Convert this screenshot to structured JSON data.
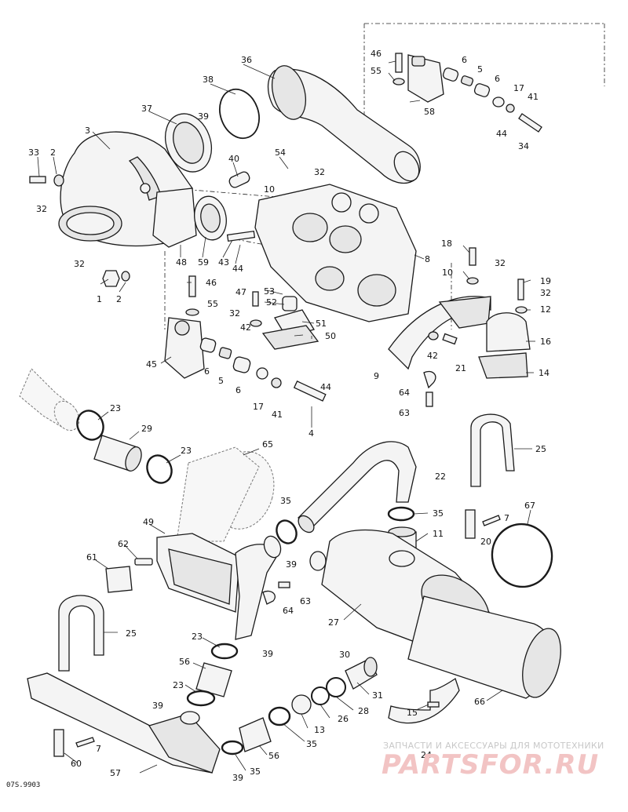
{
  "diagram_code": "07S.9903",
  "watermark": {
    "caption": "ЗАПЧАСТИ И АКСЕССУАРЫ ДЛЯ МОТОТЕХНИКИ",
    "logo": "PARTSFOR.RU"
  },
  "callouts": [
    {
      "id": "c36",
      "text": "36"
    },
    {
      "id": "c38",
      "text": "38"
    },
    {
      "id": "c37",
      "text": "37"
    },
    {
      "id": "c39a",
      "text": "39"
    },
    {
      "id": "c3",
      "text": "3"
    },
    {
      "id": "c33",
      "text": "33"
    },
    {
      "id": "c2a",
      "text": "2"
    },
    {
      "id": "c32a",
      "text": "32"
    },
    {
      "id": "c40",
      "text": "40"
    },
    {
      "id": "c54",
      "text": "54"
    },
    {
      "id": "c32b",
      "text": "32"
    },
    {
      "id": "c10a",
      "text": "10"
    },
    {
      "id": "c46a",
      "text": "46"
    },
    {
      "id": "c55a",
      "text": "55"
    },
    {
      "id": "c6a",
      "text": "6"
    },
    {
      "id": "c5a",
      "text": "5"
    },
    {
      "id": "c6b",
      "text": "6"
    },
    {
      "id": "c17a",
      "text": "17"
    },
    {
      "id": "c41a",
      "text": "41"
    },
    {
      "id": "c44a",
      "text": "44"
    },
    {
      "id": "c34",
      "text": "34"
    },
    {
      "id": "c58",
      "text": "58"
    },
    {
      "id": "c8",
      "text": "8"
    },
    {
      "id": "c48",
      "text": "48"
    },
    {
      "id": "c59",
      "text": "59"
    },
    {
      "id": "c43",
      "text": "43"
    },
    {
      "id": "c44b",
      "text": "44"
    },
    {
      "id": "c32c",
      "text": "32"
    },
    {
      "id": "c1",
      "text": "1"
    },
    {
      "id": "c2b",
      "text": "2"
    },
    {
      "id": "c46b",
      "text": "46"
    },
    {
      "id": "c55b",
      "text": "55"
    },
    {
      "id": "c47",
      "text": "47"
    },
    {
      "id": "c53",
      "text": "53"
    },
    {
      "id": "c52",
      "text": "52"
    },
    {
      "id": "c32d",
      "text": "32"
    },
    {
      "id": "c42a",
      "text": "42"
    },
    {
      "id": "c51",
      "text": "51"
    },
    {
      "id": "c50",
      "text": "50"
    },
    {
      "id": "c18",
      "text": "18"
    },
    {
      "id": "c32e",
      "text": "32"
    },
    {
      "id": "c10b",
      "text": "10"
    },
    {
      "id": "c19",
      "text": "19"
    },
    {
      "id": "c32f",
      "text": "32"
    },
    {
      "id": "c12",
      "text": "12"
    },
    {
      "id": "c16",
      "text": "16"
    },
    {
      "id": "c14",
      "text": "14"
    },
    {
      "id": "c42b",
      "text": "42"
    },
    {
      "id": "c21",
      "text": "21"
    },
    {
      "id": "c9",
      "text": "9"
    },
    {
      "id": "c64a",
      "text": "64"
    },
    {
      "id": "c63a",
      "text": "63"
    },
    {
      "id": "c45",
      "text": "45"
    },
    {
      "id": "c6c",
      "text": "6"
    },
    {
      "id": "c5b",
      "text": "5"
    },
    {
      "id": "c6d",
      "text": "6"
    },
    {
      "id": "c17b",
      "text": "17"
    },
    {
      "id": "c41b",
      "text": "41"
    },
    {
      "id": "c44c",
      "text": "44"
    },
    {
      "id": "c4",
      "text": "4"
    },
    {
      "id": "c23a",
      "text": "23"
    },
    {
      "id": "c29",
      "text": "29"
    },
    {
      "id": "c23b",
      "text": "23"
    },
    {
      "id": "c65",
      "text": "65"
    },
    {
      "id": "c25a",
      "text": "25"
    },
    {
      "id": "c22",
      "text": "22"
    },
    {
      "id": "c67",
      "text": "67"
    },
    {
      "id": "c35a",
      "text": "35"
    },
    {
      "id": "c35b",
      "text": "35"
    },
    {
      "id": "c7a",
      "text": "7"
    },
    {
      "id": "c11",
      "text": "11"
    },
    {
      "id": "c20",
      "text": "20"
    },
    {
      "id": "c49",
      "text": "49"
    },
    {
      "id": "c62",
      "text": "62"
    },
    {
      "id": "c61",
      "text": "61"
    },
    {
      "id": "c39b",
      "text": "39"
    },
    {
      "id": "c63b",
      "text": "63"
    },
    {
      "id": "c64b",
      "text": "64"
    },
    {
      "id": "c27",
      "text": "27"
    },
    {
      "id": "c25b",
      "text": "25"
    },
    {
      "id": "c23c",
      "text": "23"
    },
    {
      "id": "c39c",
      "text": "39"
    },
    {
      "id": "c56a",
      "text": "56"
    },
    {
      "id": "c30",
      "text": "30"
    },
    {
      "id": "c23d",
      "text": "23"
    },
    {
      "id": "c31",
      "text": "31"
    },
    {
      "id": "c39d",
      "text": "39"
    },
    {
      "id": "c28",
      "text": "28"
    },
    {
      "id": "c66",
      "text": "66"
    },
    {
      "id": "c15",
      "text": "15"
    },
    {
      "id": "c26",
      "text": "26"
    },
    {
      "id": "c13",
      "text": "13"
    },
    {
      "id": "c35c",
      "text": "35"
    },
    {
      "id": "c7b",
      "text": "7"
    },
    {
      "id": "c24",
      "text": "24"
    },
    {
      "id": "c60",
      "text": "60"
    },
    {
      "id": "c56b",
      "text": "56"
    },
    {
      "id": "c57",
      "text": "57"
    },
    {
      "id": "c39e",
      "text": "39"
    },
    {
      "id": "c35d",
      "text": "35"
    }
  ]
}
